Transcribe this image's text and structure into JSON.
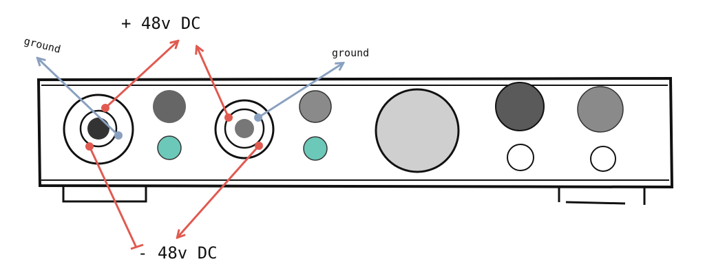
{
  "labels": {
    "plus_48v": "+ 48v DC",
    "minus_48v": "- 48v DC",
    "ground_left": "ground",
    "ground_right": "ground"
  },
  "colors": {
    "positive_wire": "#e05a50",
    "ground_wire": "#8aa0c0",
    "teal_button": "#6cc8b8",
    "outline": "#111111"
  }
}
